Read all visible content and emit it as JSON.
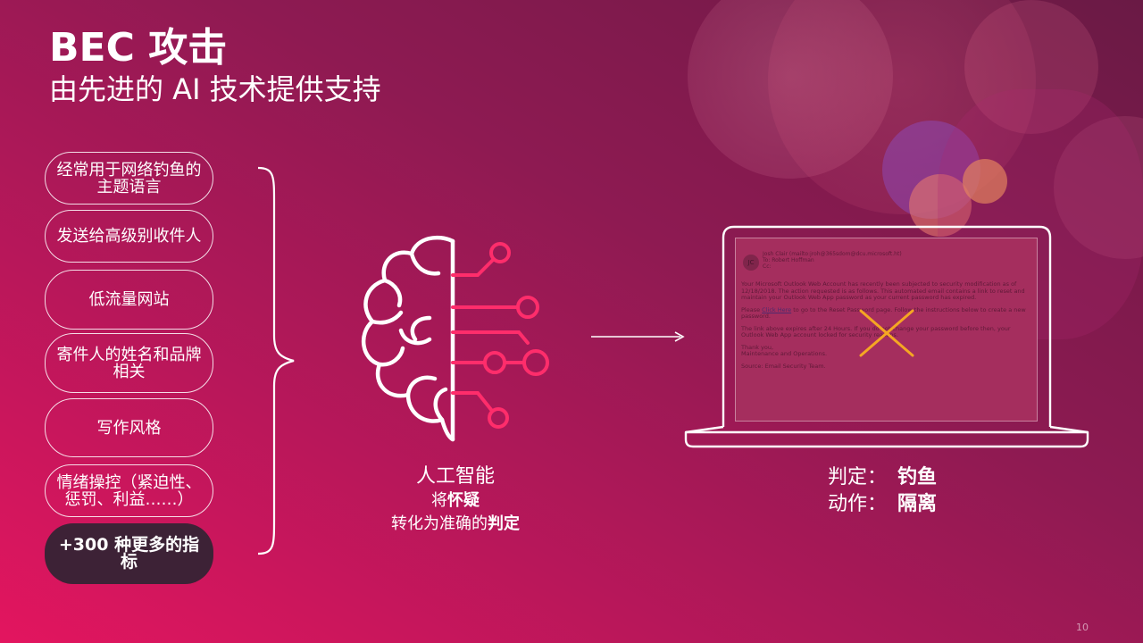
{
  "slide": {
    "title": "BEC 攻击",
    "subtitle": "由先进的 AI 技术提供支持",
    "page_number": "10"
  },
  "factors": [
    {
      "label": "经常用于网络钓鱼的主题语言"
    },
    {
      "label": "发送给高级别收件人"
    },
    {
      "label": "低流量网站"
    },
    {
      "label": "寄件人的姓名和品牌相关"
    },
    {
      "label": "写作风格"
    },
    {
      "label": "情绪操控（紧迫性、惩罚、利益……）"
    },
    {
      "label": "+300 种更多的指标"
    }
  ],
  "ai": {
    "heading": "人工智能",
    "line2_prefix": "将",
    "line2_bold": "怀疑",
    "line3_prefix": "转化为准确的",
    "line3_bold": "判定"
  },
  "email": {
    "avatar": "JC",
    "from_line": "Josh Clair (mailto:jroh@365sdom@dcu.microsoft.ht)",
    "to_line": "To: Robert Hoffman",
    "cc_line": "Cc:",
    "para1": "Your Microsoft Outlook Web Account has recently been subjected to security modification as of 12/18/2018. The action requested is as follows. This automated email contains a link to reset and maintain your Outlook Web App password as your current password has expired.",
    "para2_prefix": "Please ",
    "para2_link": "Click Here",
    "para2_suffix": " to go to the Reset Password page. Follow the instructions below to create a new password.",
    "para3": "The link above expires after 24 Hours. If you do not change your password before then, your Outlook Web App account locked for security reasons.",
    "para4a": "Thank you,",
    "para4b": "Maintenance and Operations.",
    "para5": "Source: Email Security Team."
  },
  "verdict": {
    "label1": "判定：",
    "value1": "钓鱼",
    "label2": "动作：",
    "value2": "隔离"
  },
  "colors": {
    "accent_pink": "#e3155f",
    "dark_pill": "#3d2236",
    "x_mark": "#f5a623"
  }
}
